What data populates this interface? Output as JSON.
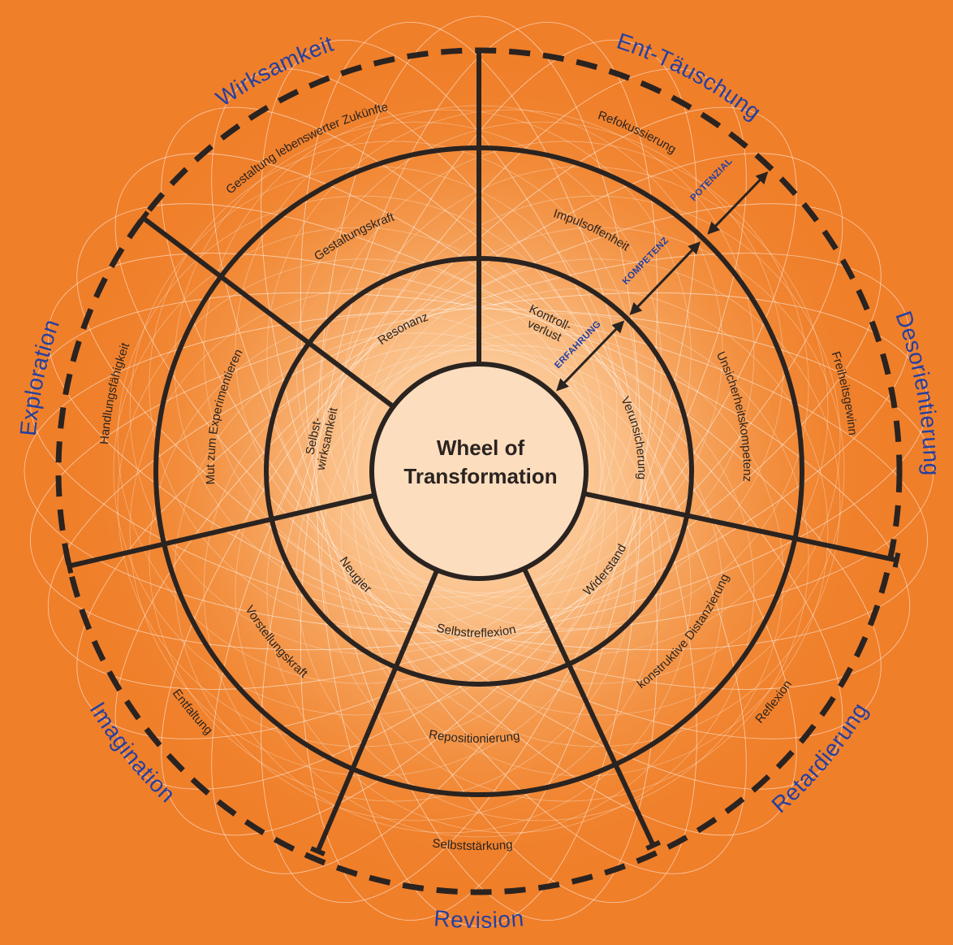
{
  "title": {
    "line1": "Wheel of",
    "line2": "Transformation"
  },
  "phases": [
    {
      "key": "ent_tauschung",
      "label": "Ent-Täuschung"
    },
    {
      "key": "desorientierung",
      "label": "Desorientierung"
    },
    {
      "key": "retardierung",
      "label": "Retardierung"
    },
    {
      "key": "revision",
      "label": "Revision"
    },
    {
      "key": "imagination",
      "label": "Imagination"
    },
    {
      "key": "exploration",
      "label": "Exploration"
    },
    {
      "key": "wirksamkeit",
      "label": "Wirksamkeit"
    }
  ],
  "ring_erfahrung": [
    "Kontroll-\nverlust",
    "Verunsicherung",
    "Widerstand",
    "Selbstreflexion",
    "Neugier",
    "Selbst-\nwirksamkeit",
    "Resonanz"
  ],
  "ring_kompetenz": [
    "Impulsoffenheit",
    "Unsicherheitskompetenz",
    "konstruktive Distanzierung",
    "Repositionierung",
    "Vorstellungskraft",
    "Mut zum Experimentieren",
    "Gestaltungskraft"
  ],
  "ring_potenzial": [
    "Refokussierung",
    "Freiheitsgewinn",
    "Reflexion",
    "Selbststärkung",
    "Entfaltung",
    "Handlungsfähigkeit",
    "Gestaltung lebenswerter Zukünfte"
  ],
  "levels": {
    "erfahrung": "ERFAHRUNG",
    "kompetenz": "KOMPETENZ",
    "potenzial": "POTENZIAL"
  },
  "colors": {
    "background": "#F07F2A",
    "center_fill": "#FCDDBE",
    "line": "#2a2320",
    "accent_text": "#2540A0"
  }
}
